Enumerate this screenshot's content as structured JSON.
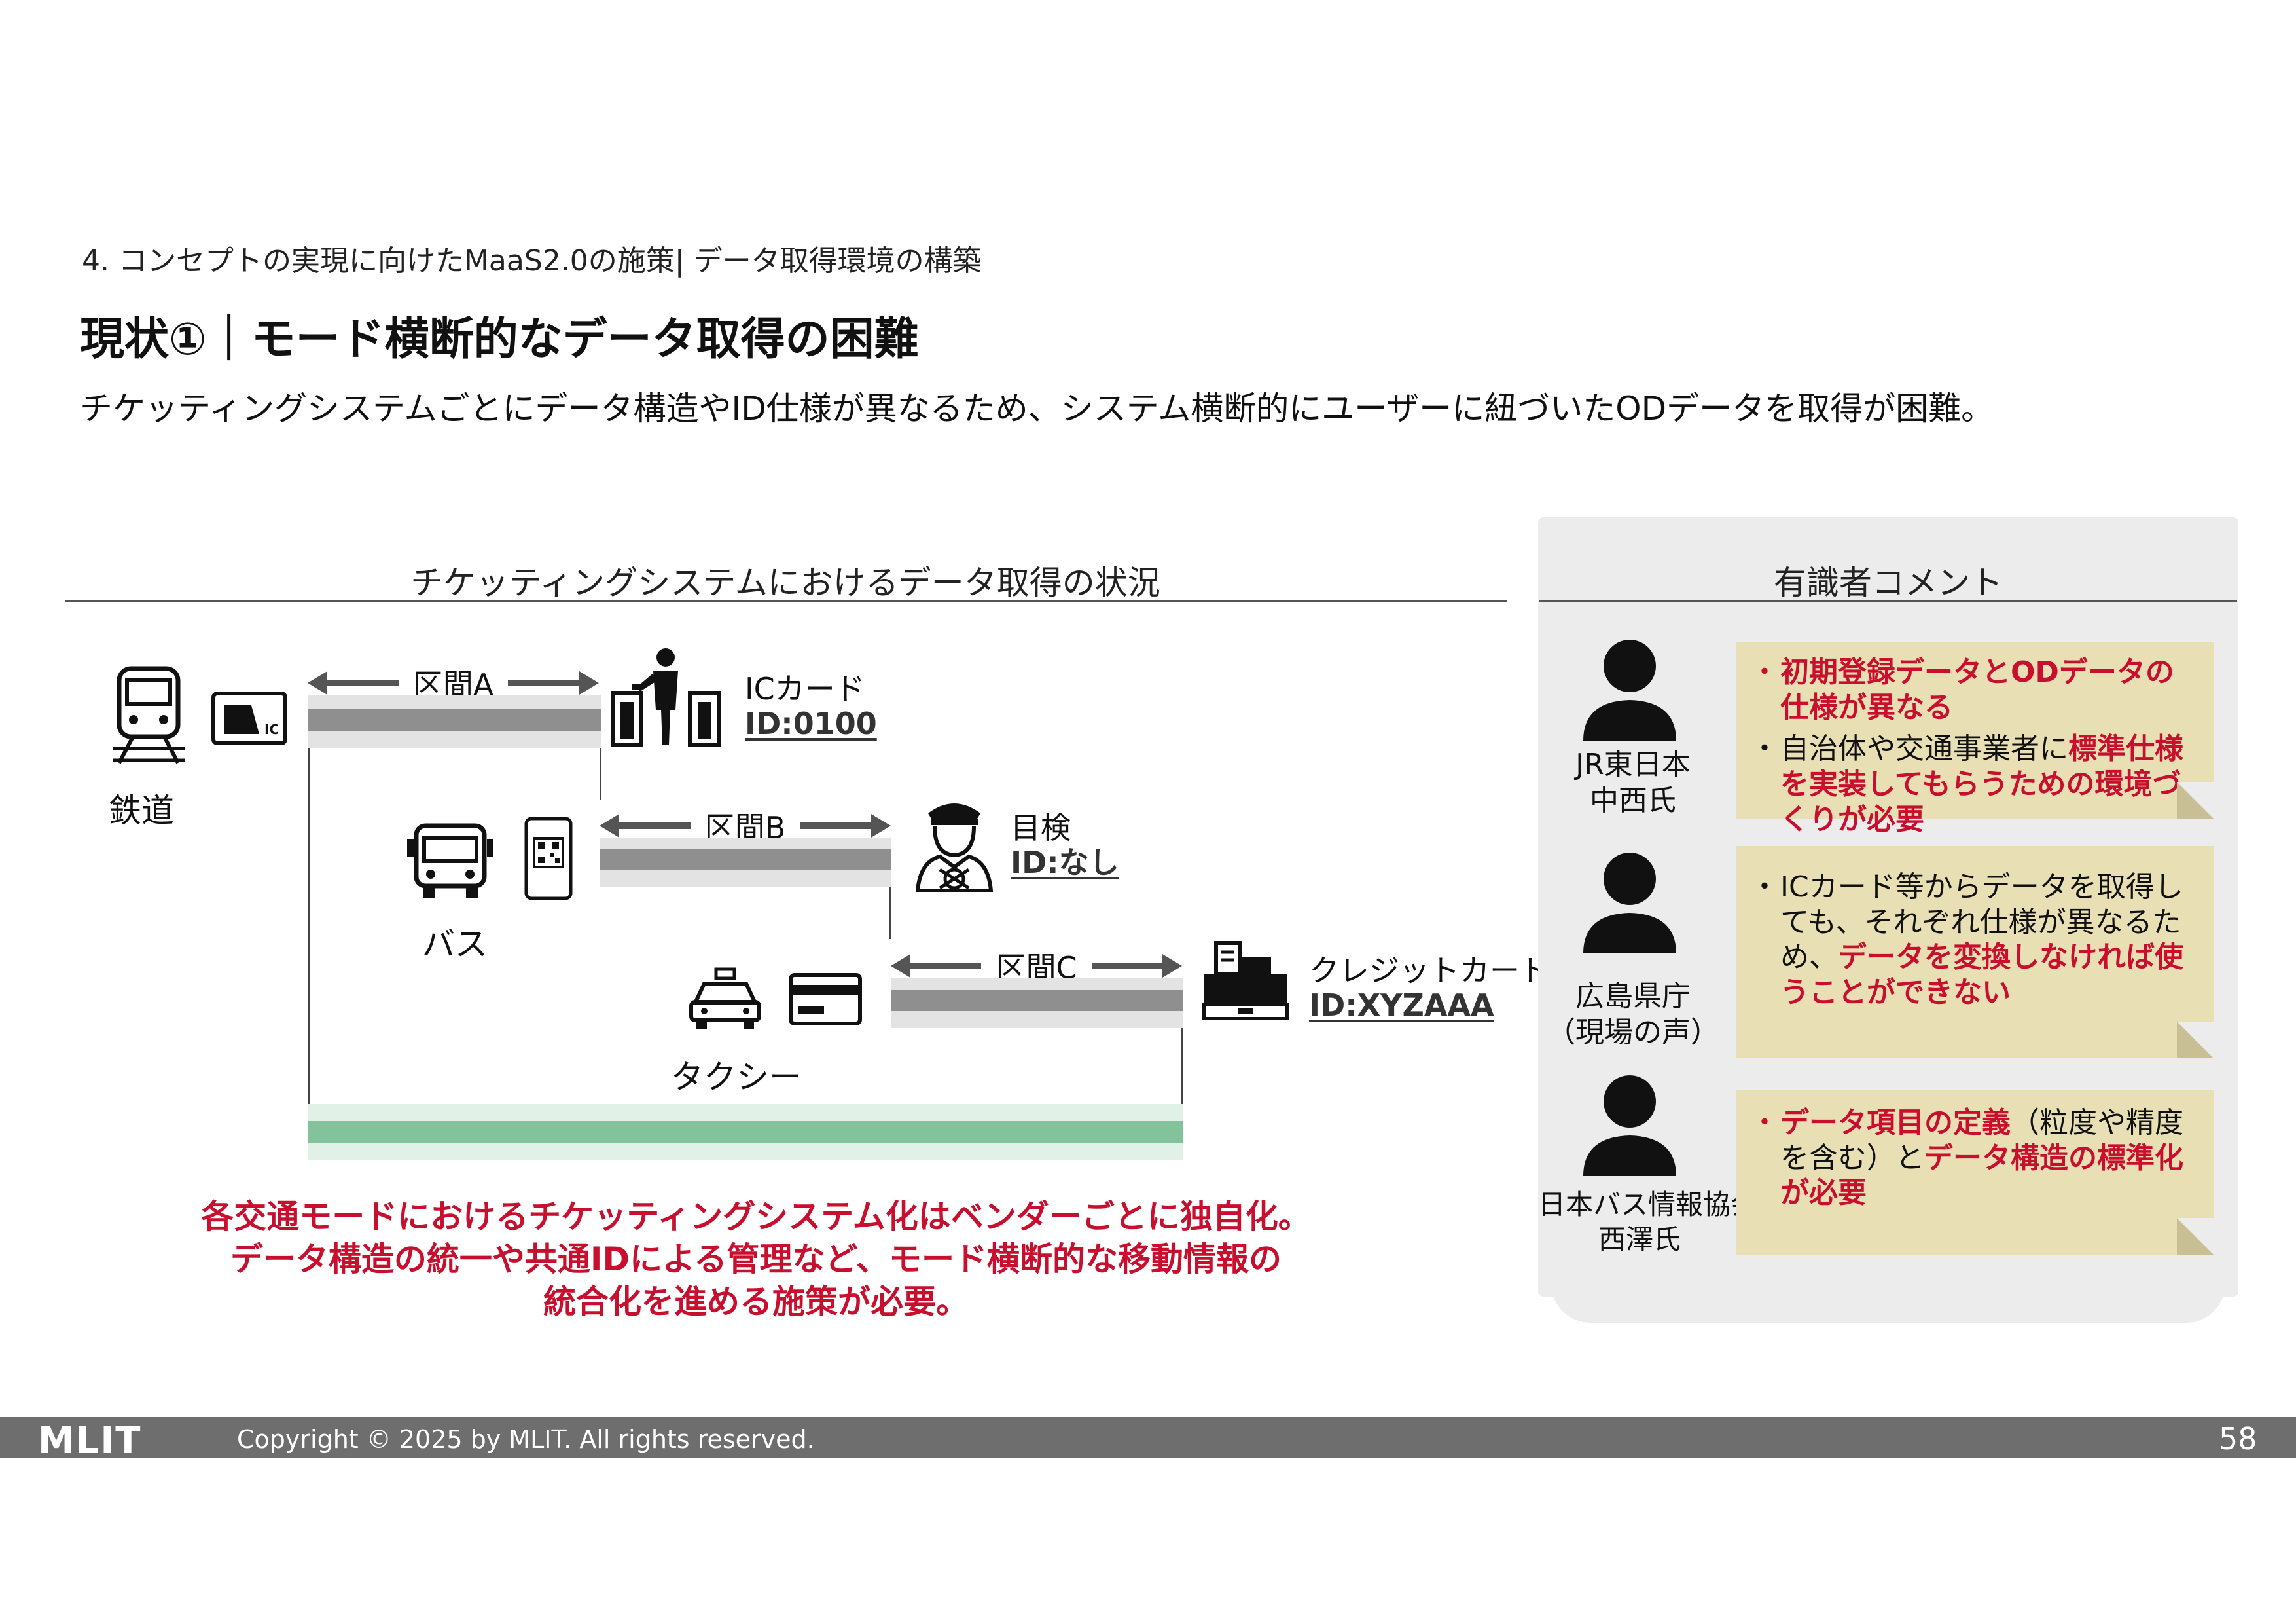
{
  "header": {
    "breadcrumb": "4. コンセプトの実現に向けたMaaS2.0の施策| データ取得環境の構築",
    "title": "現状①｜モード横断的なデータ取得の困難",
    "subtitle": "チケッティングシステムごとにデータ構造やID仕様が異なるため、システム横断的にユーザーに紐づいたODデータを取得が困難。"
  },
  "diagram": {
    "heading": "チケッティングシステムにおけるデータ取得の状況",
    "modes": [
      {
        "label": "鉄道",
        "icon": "train-icon",
        "media_icon": "ic-card-icon",
        "segment": "区間A",
        "checkpoint_icon": "ticket-gate-icon",
        "check_label": "ICカード",
        "id_label": "ID:0100"
      },
      {
        "label": "バス",
        "icon": "bus-icon",
        "media_icon": "qr-phone-icon",
        "segment": "区間B",
        "checkpoint_icon": "driver-icon",
        "check_label": "目検",
        "id_label": "ID:なし"
      },
      {
        "label": "タクシー",
        "icon": "taxi-icon",
        "media_icon": "credit-card-icon",
        "segment": "区間C",
        "checkpoint_icon": "cash-register-icon",
        "check_label": "クレジットカード",
        "id_label": "ID:XYZAAA"
      }
    ],
    "conclusion": [
      "各交通モードにおけるチケッティングシステム化はベンダーごとに独自化。",
      "データ構造の統一や共通IDによる管理など、モード横断的な移動情報の",
      "統合化を進める施策が必要。"
    ]
  },
  "comments": {
    "heading": "有識者コメント",
    "items": [
      {
        "name_lines": [
          "JR東日本",
          "中西氏"
        ],
        "bullets": [
          {
            "parts": [
              {
                "text": "初期登録データとODデータの仕様が異なる",
                "red": true
              }
            ],
            "red_bullet": true
          },
          {
            "parts": [
              {
                "text": "自治体や交通事業者に",
                "red": false
              },
              {
                "text": "標準仕様を実装してもらうための環境づくりが必要",
                "red": true
              }
            ],
            "red_bullet": false
          }
        ]
      },
      {
        "name_lines": [
          "広島県庁",
          "（現場の声）"
        ],
        "bullets": [
          {
            "parts": [
              {
                "text": "ICカード等からデータを取得しても、それぞれ仕様が異なるため、",
                "red": false
              },
              {
                "text": "データを変換しなければ使うことができない",
                "red": true
              }
            ],
            "red_bullet": false
          }
        ]
      },
      {
        "name_lines": [
          "日本バス情報協会",
          "西澤氏"
        ],
        "bullets": [
          {
            "parts": [
              {
                "text": "データ項目の定義",
                "red": true
              },
              {
                "text": "（粒度や精度を含む）と",
                "red": false
              },
              {
                "text": "データ構造の標準化が必要",
                "red": true
              }
            ],
            "red_bullet": true
          }
        ]
      }
    ]
  },
  "footer": {
    "logo": "MLIT",
    "copyright": "Copyright © 2025 by MLIT. All rights reserved.",
    "page": "58"
  },
  "colors": {
    "accent_red": "#c8102e",
    "note_bg": "#e9dfb5",
    "panel_bg": "#ececec",
    "green_band": "#82c39b",
    "footer_bg": "#6e6e6e"
  }
}
